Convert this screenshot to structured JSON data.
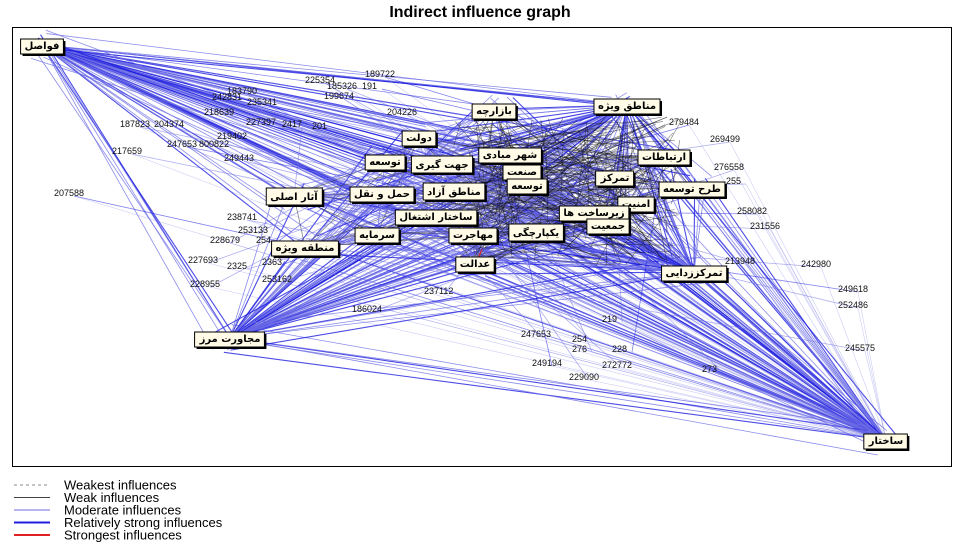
{
  "title": "Indirect influence graph",
  "colors": {
    "moderate": "#6e6ee6",
    "strong": "#1f1fe0",
    "weak": "#444444",
    "weakest": "#888888",
    "strongest": "#e02020",
    "node_fill": "#fffbe6"
  },
  "nodes": [
    {
      "id": "favasel",
      "label": "فواصل"
    },
    {
      "id": "manategh_vizheh",
      "label": "مناطق ویژه"
    },
    {
      "id": "bazarcheh",
      "label": "بازارچه"
    },
    {
      "id": "dolat",
      "label": "دولت"
    },
    {
      "id": "tose_1",
      "label": "توسعه"
    },
    {
      "id": "shahr_marzi",
      "label": "شهر مبادی"
    },
    {
      "id": "ertebatat",
      "label": "ارتباطات"
    },
    {
      "id": "jahatgiri",
      "label": "جهت گیری"
    },
    {
      "id": "sanat",
      "label": "صنعت"
    },
    {
      "id": "tamarkoz",
      "label": "تمرکز"
    },
    {
      "id": "tarh_tose",
      "label": "طرح توسعه"
    },
    {
      "id": "tose_2",
      "label": "توسعه"
    },
    {
      "id": "manategh_azad",
      "label": "مناطق آزاد"
    },
    {
      "id": "haml",
      "label": "حمل و نقل"
    },
    {
      "id": "amniat",
      "label": "امنیت"
    },
    {
      "id": "akar",
      "label": "آثار اصلی"
    },
    {
      "id": "zirsakht",
      "label": "زیرساخت ها"
    },
    {
      "id": "sakhtar_eshteghal",
      "label": "ساختار اشتغال"
    },
    {
      "id": "jamiat",
      "label": "جمعیت"
    },
    {
      "id": "sarmayeh",
      "label": "سرمایه"
    },
    {
      "id": "mohajerat",
      "label": "مهاجرت"
    },
    {
      "id": "yekparchegi",
      "label": "یکپارچگی"
    },
    {
      "id": "mantagheh_vizheh",
      "label": "منطقه ویژه"
    },
    {
      "id": "edalat",
      "label": "عدالت"
    },
    {
      "id": "tamarkozzodaei",
      "label": "تمرکززدایی"
    },
    {
      "id": "mojaverat",
      "label": "مجاورت مرز"
    },
    {
      "id": "sakhtar",
      "label": "ساختار"
    }
  ],
  "id_labels": [
    "189722",
    "225354",
    "183790",
    "185326",
    "191",
    "199674",
    "204226",
    "242831",
    "235341",
    "218639",
    "187823",
    "204374",
    "227397",
    "2417",
    "201",
    "217659",
    "247653",
    "800822",
    "219402",
    "249443",
    "207588",
    "238741",
    "253133",
    "228679",
    "254",
    "227693",
    "2325",
    "228955",
    "2363",
    "253162",
    "186024",
    "237112",
    "279484",
    "269499",
    "276558",
    "255",
    "258082",
    "231556",
    "213948",
    "242980",
    "249618",
    "252486",
    "245575",
    "247653",
    "249194",
    "229090",
    "272772",
    "276",
    "228",
    "254",
    "273",
    "219"
  ],
  "legend": [
    {
      "label": "Weakest influences",
      "style": "weakest"
    },
    {
      "label": "Weak influences",
      "style": "weak"
    },
    {
      "label": "Moderate influences",
      "style": "moderate"
    },
    {
      "label": "Relatively strong influences",
      "style": "strong"
    },
    {
      "label": "Strongest influences",
      "style": "strongest"
    }
  ]
}
